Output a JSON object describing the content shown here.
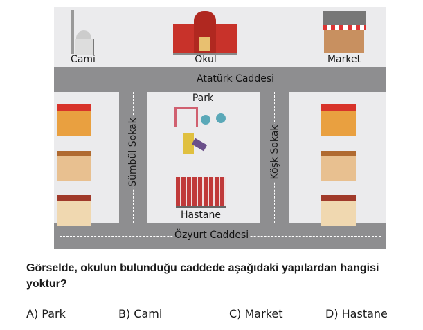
{
  "map": {
    "labels": {
      "mosque": "Cami",
      "school": "Okul",
      "market": "Market",
      "park": "Park",
      "hospital": "Hastane"
    },
    "streets": {
      "top": "Atatürk Caddesi",
      "bottom": "Özyurt Caddesi",
      "left": "Sümbül Sokak",
      "right": "Köşk Sokak"
    }
  },
  "question": {
    "line1": "Görselde, okulun bulunduğu caddede aşağıdaki yapılardan hangisi",
    "line2_underlined": "yoktur",
    "line2_end": "?"
  },
  "options": [
    {
      "label": "A) Park"
    },
    {
      "label": "B) Cami"
    },
    {
      "label": "C) Market"
    },
    {
      "label": "D) Hastane"
    }
  ],
  "colors": {
    "road": "#8e8e90",
    "ground": "#ebebed"
  }
}
